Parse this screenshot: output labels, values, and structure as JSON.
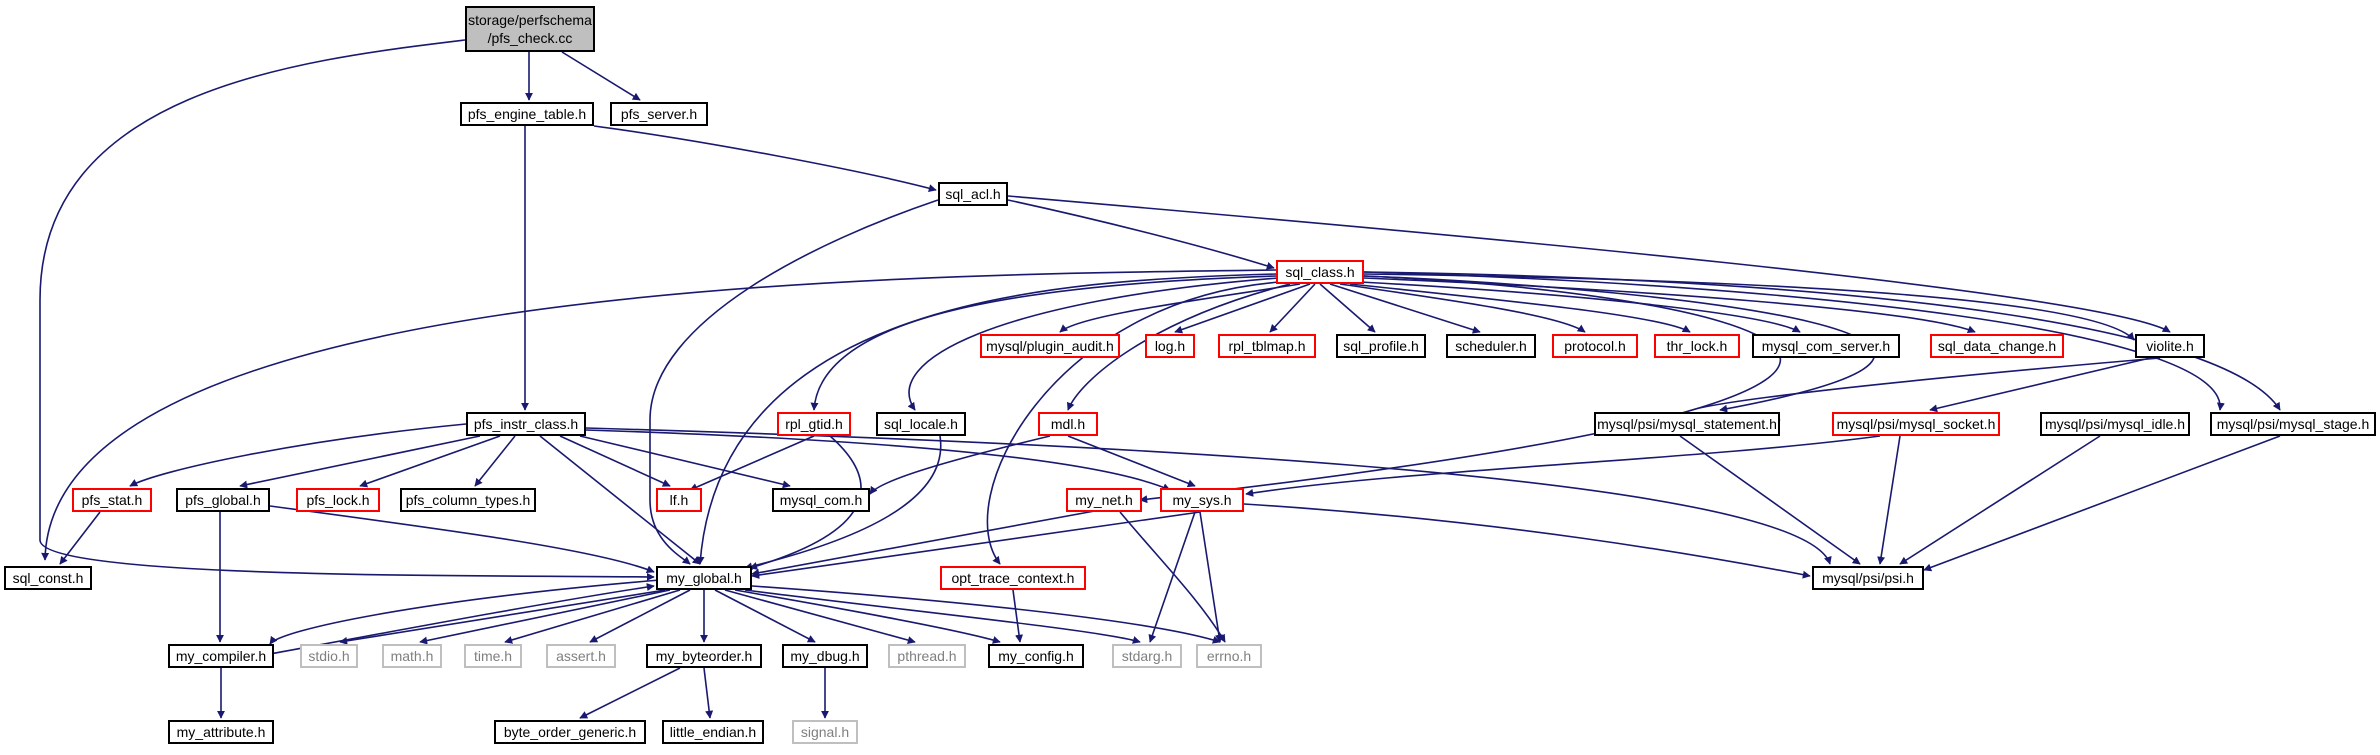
{
  "colors": {
    "edge": "#191970",
    "node_border": "#000000",
    "missing_border": "#ff0000",
    "system_border": "#bfbfbf",
    "root_fill": "#bfbfbf"
  },
  "root": {
    "line1": "storage/perfschema",
    "line2": "/pfs_check.cc"
  },
  "nodes": {
    "pfs_engine_table": "pfs_engine_table.h",
    "pfs_server": "pfs_server.h",
    "sql_acl": "sql_acl.h",
    "sql_class": "sql_class.h",
    "plugin_audit": "mysql/plugin_audit.h",
    "log": "log.h",
    "rpl_tblmap": "rpl_tblmap.h",
    "sql_profile": "sql_profile.h",
    "scheduler": "scheduler.h",
    "protocol": "protocol.h",
    "thr_lock": "thr_lock.h",
    "mysql_com_server": "mysql_com_server.h",
    "sql_data_change": "sql_data_change.h",
    "violite": "violite.h",
    "pfs_instr_class": "pfs_instr_class.h",
    "rpl_gtid": "rpl_gtid.h",
    "sql_locale": "sql_locale.h",
    "mdl": "mdl.h",
    "mysql_statement": "mysql/psi/mysql_statement.h",
    "mysql_socket": "mysql/psi/mysql_socket.h",
    "mysql_idle": "mysql/psi/mysql_idle.h",
    "mysql_stage": "mysql/psi/mysql_stage.h",
    "pfs_stat": "pfs_stat.h",
    "pfs_global": "pfs_global.h",
    "pfs_lock": "pfs_lock.h",
    "pfs_column_types": "pfs_column_types.h",
    "lf": "lf.h",
    "mysql_com": "mysql_com.h",
    "my_net": "my_net.h",
    "my_sys": "my_sys.h",
    "sql_const": "sql_const.h",
    "my_global": "my_global.h",
    "opt_trace_context": "opt_trace_context.h",
    "psi": "mysql/psi/psi.h",
    "my_compiler": "my_compiler.h",
    "stdio": "stdio.h",
    "math": "math.h",
    "time": "time.h",
    "assert": "assert.h",
    "my_byteorder": "my_byteorder.h",
    "my_dbug": "my_dbug.h",
    "pthread": "pthread.h",
    "my_config": "my_config.h",
    "stdarg": "stdarg.h",
    "errno": "errno.h",
    "my_attribute": "my_attribute.h",
    "byte_order_generic": "byte_order_generic.h",
    "little_endian": "little_endian.h",
    "signal": "signal.h"
  }
}
